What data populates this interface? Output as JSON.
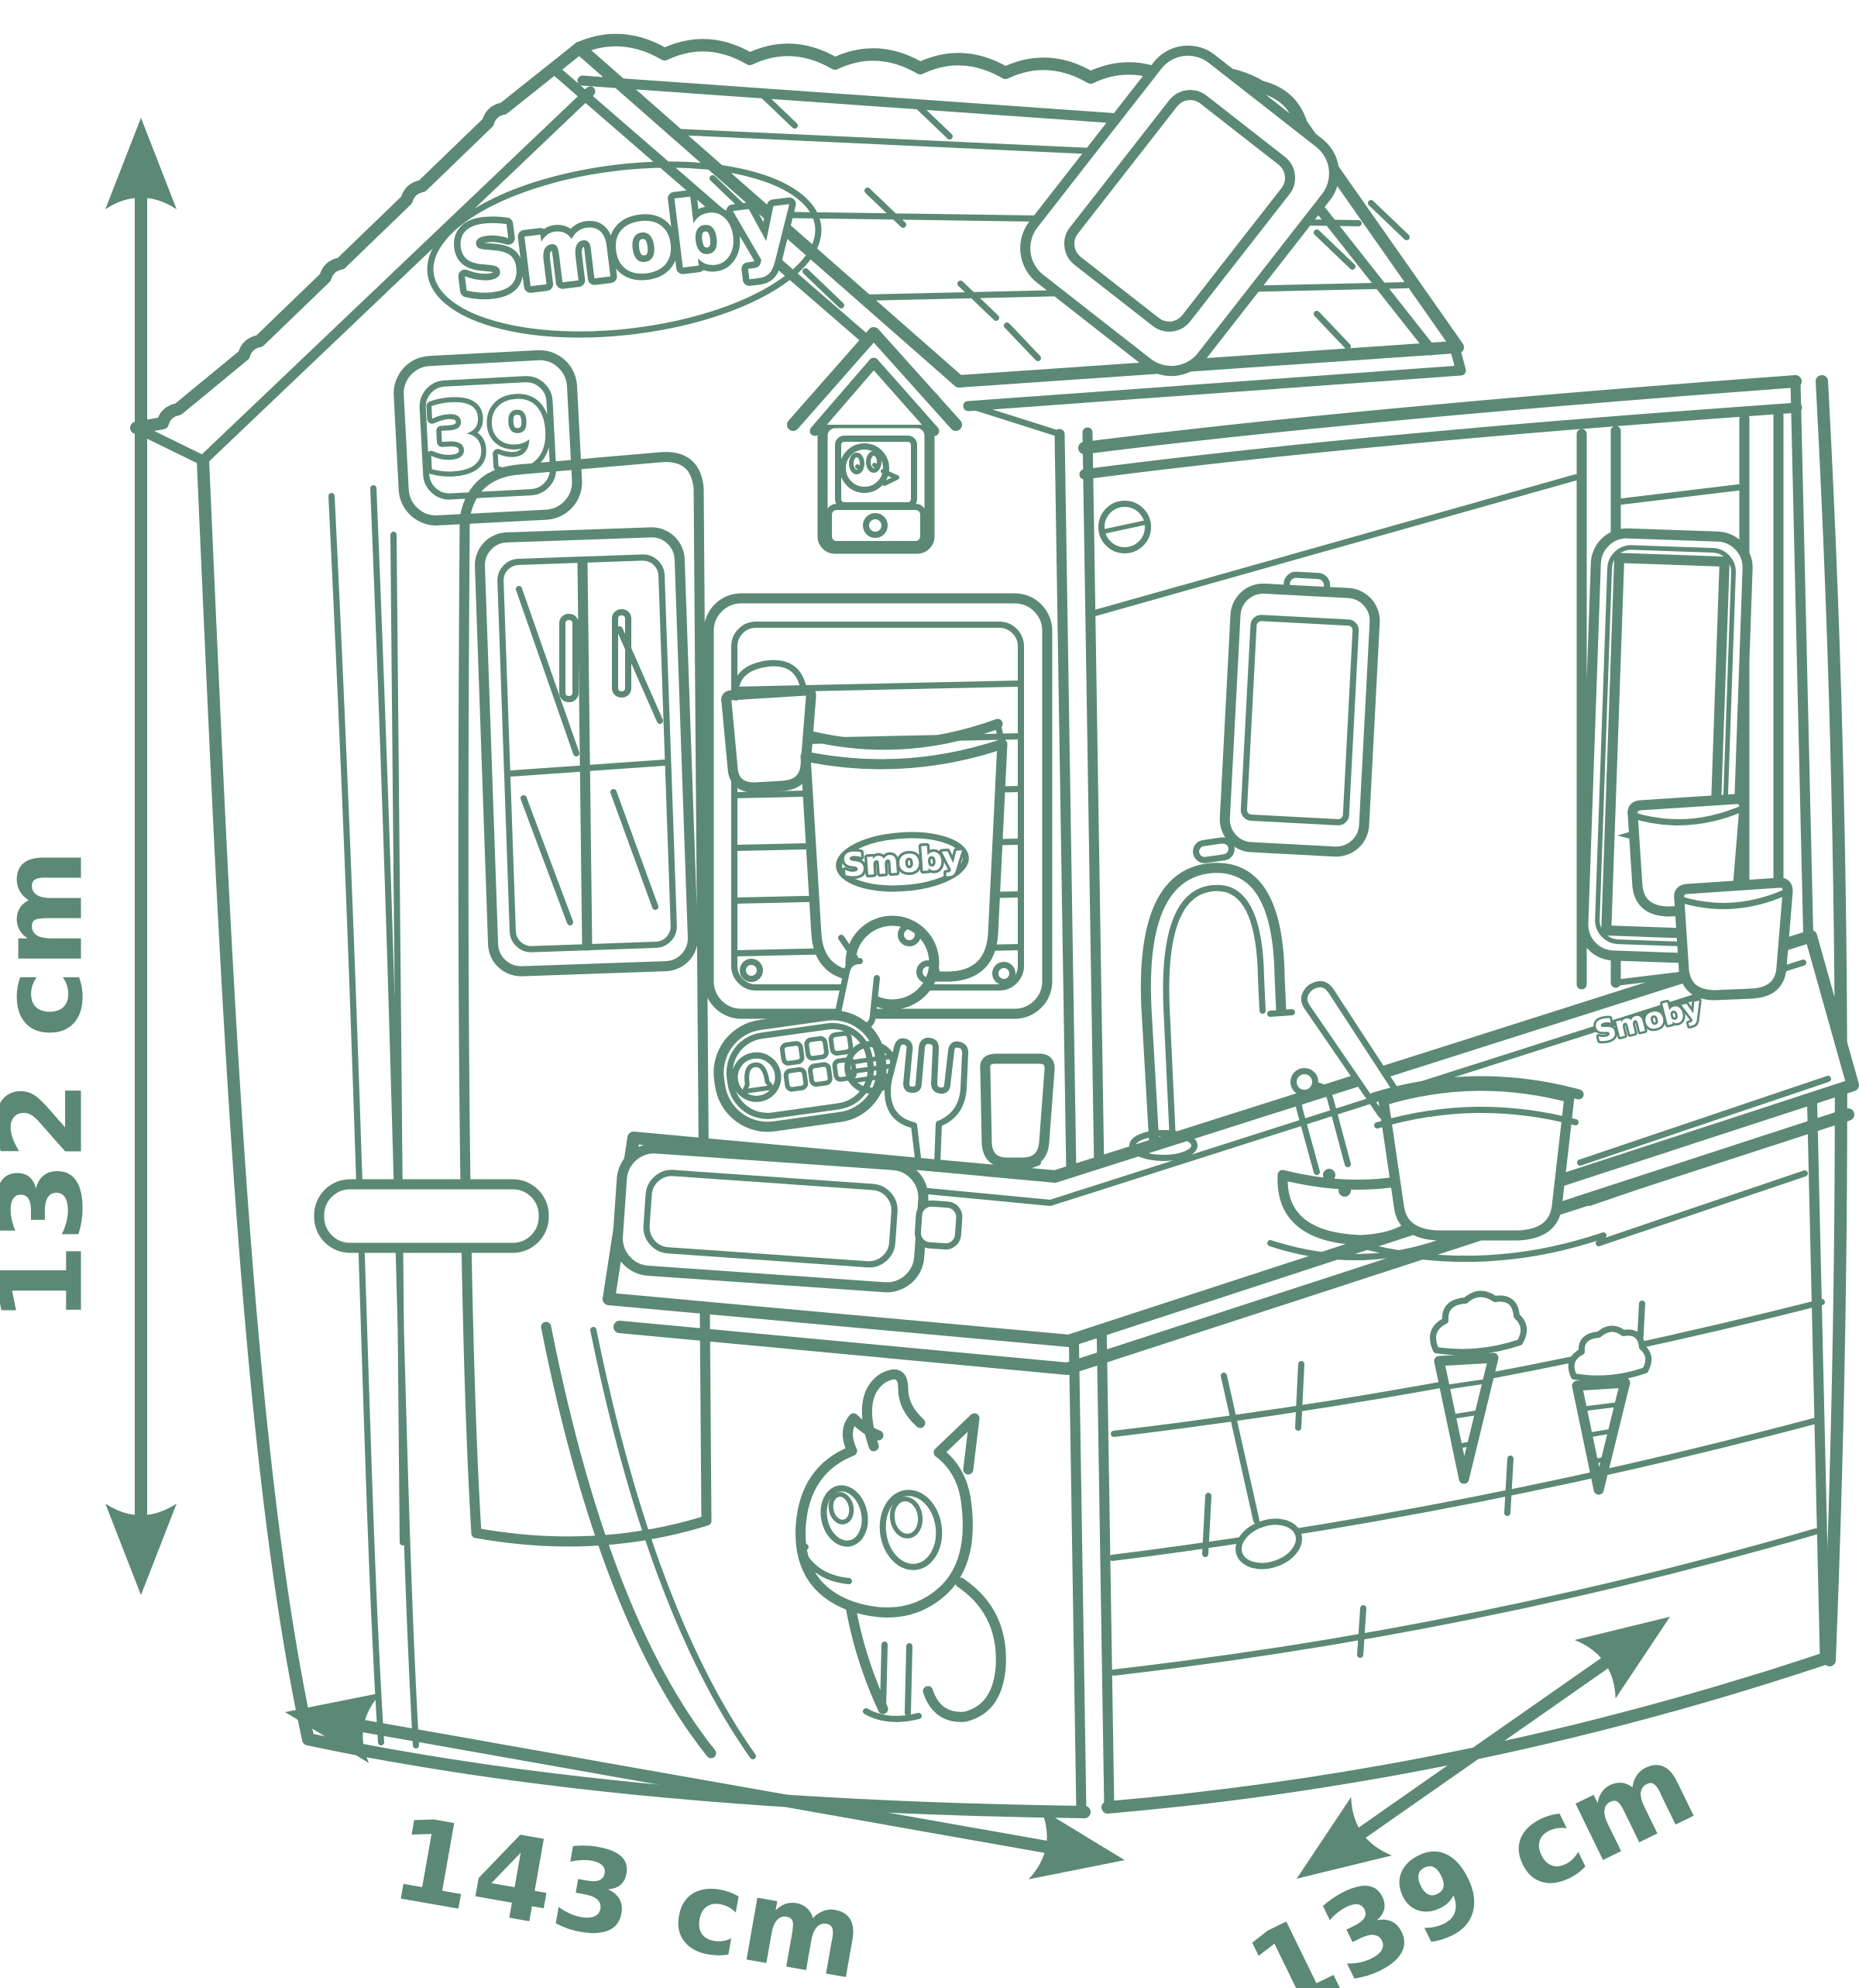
{
  "page": {
    "background_color": "#ffffff",
    "line_color": "#5b8976"
  },
  "diagram": {
    "brand_logo": "Smoby",
    "house_number": "39",
    "dispenser_label": "Smoby",
    "side_panel_label": "Smoby",
    "dimensions": {
      "height": "132 cm",
      "width": "143 cm",
      "depth": "139 cm"
    }
  }
}
